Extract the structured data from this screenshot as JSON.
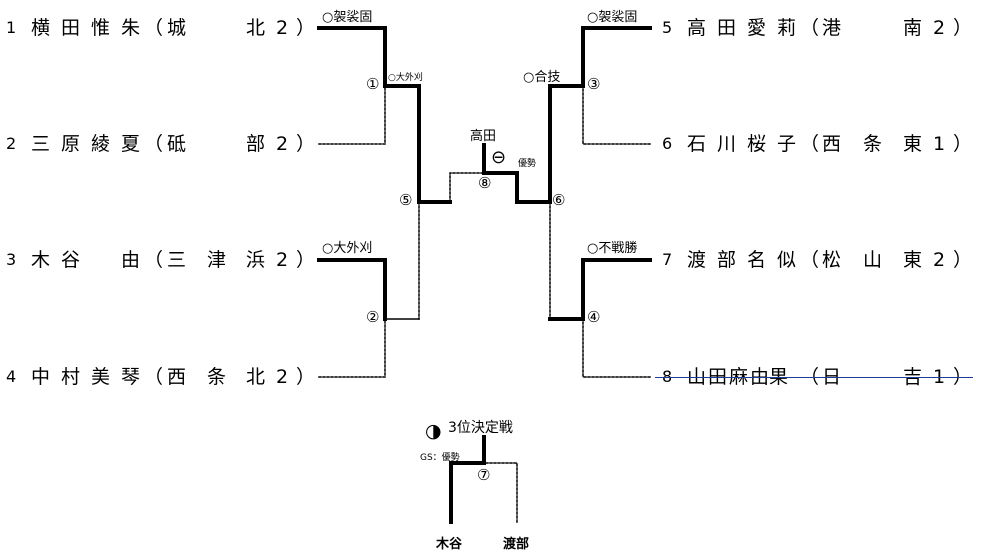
{
  "players": [
    {
      "no": "1",
      "name": [
        "横",
        "田",
        "惟",
        "朱"
      ],
      "school_open": "（",
      "school": [
        "城",
        "",
        "北"
      ],
      "grade": "2",
      "school_close": "）"
    },
    {
      "no": "2",
      "name": [
        "三",
        "原",
        "綾",
        "夏"
      ],
      "school_open": "（",
      "school": [
        "砥",
        "",
        "部"
      ],
      "grade": "2",
      "school_close": "）"
    },
    {
      "no": "3",
      "name": [
        "木",
        "谷",
        "",
        "由"
      ],
      "school_open": "（",
      "school": [
        "三",
        "津",
        "浜"
      ],
      "grade": "2",
      "school_close": "）"
    },
    {
      "no": "4",
      "name": [
        "中",
        "村",
        "美",
        "琴"
      ],
      "school_open": "（",
      "school": [
        "西",
        "条",
        "北"
      ],
      "grade": "2",
      "school_close": "）"
    },
    {
      "no": "5",
      "name": [
        "高",
        "田",
        "愛",
        "莉"
      ],
      "school_open": "（",
      "school": [
        "港",
        "",
        "南"
      ],
      "grade": "2",
      "school_close": "）"
    },
    {
      "no": "6",
      "name": [
        "石",
        "川",
        "桜",
        "子"
      ],
      "school_open": "（",
      "school": [
        "西",
        "条",
        "東"
      ],
      "grade": "1",
      "school_close": "）"
    },
    {
      "no": "7",
      "name": [
        "渡",
        "部",
        "名",
        "似"
      ],
      "school_open": "（",
      "school": [
        "松",
        "山",
        "東"
      ],
      "grade": "2",
      "school_close": "）"
    },
    {
      "no": "8",
      "name": [
        "山",
        "田",
        "麻",
        "由果"
      ],
      "school_open": "（",
      "school": [
        "日",
        "",
        "吉"
      ],
      "grade": "1",
      "school_close": "）"
    }
  ],
  "results": {
    "m1_win": "○袈裟固",
    "m1_num": "①",
    "m2_win": "○大外刈",
    "m2_num": "②",
    "m3_win": "○袈裟固",
    "m3_num": "③",
    "m4_win": "○不戦勝",
    "m4_num": "④",
    "m5_win": "○大外刈",
    "m5_num": "⑤",
    "m6_win": "○合技",
    "m6_num": "⑥",
    "m8_num": "⑧",
    "champion": "高田",
    "final_symbol": "⊖",
    "final_note": "優勢",
    "third_title": "3位決定戦",
    "third_symbol": "◑",
    "third_note": "GS：優勢",
    "m7_num": "⑦",
    "third_left": "木谷",
    "third_right": "渡部"
  }
}
